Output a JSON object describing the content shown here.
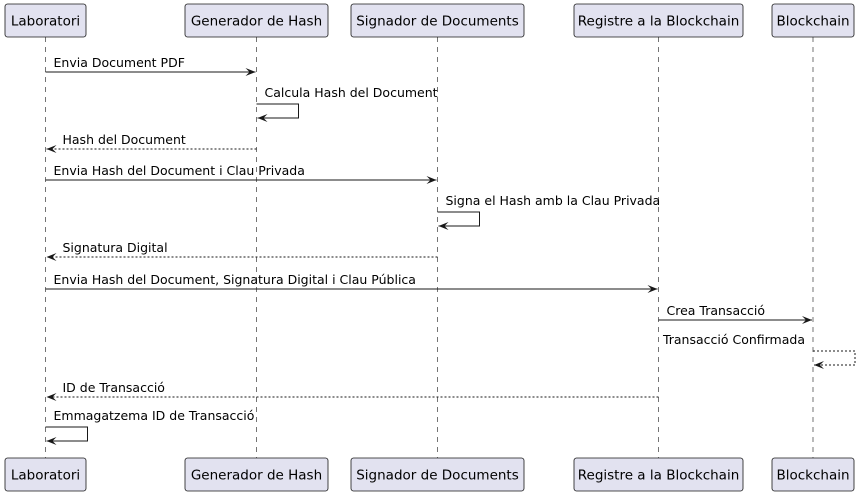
{
  "participants": [
    {
      "id": "lab",
      "label": "Laboratori"
    },
    {
      "id": "hash",
      "label": "Generador de Hash"
    },
    {
      "id": "sign",
      "label": "Signador de Documents"
    },
    {
      "id": "reg",
      "label": "Registre a la Blockchain"
    },
    {
      "id": "bc",
      "label": "Blockchain"
    }
  ],
  "messages": [
    {
      "from": "lab",
      "to": "hash",
      "label": "Envia Document PDF",
      "style": "solid"
    },
    {
      "from": "hash",
      "to": "hash",
      "label": "Calcula Hash del Document",
      "style": "solid"
    },
    {
      "from": "hash",
      "to": "lab",
      "label": "Hash del Document",
      "style": "dashed"
    },
    {
      "from": "lab",
      "to": "sign",
      "label": "Envia Hash del Document i Clau Privada",
      "style": "solid"
    },
    {
      "from": "sign",
      "to": "sign",
      "label": "Signa el Hash amb la Clau Privada",
      "style": "solid"
    },
    {
      "from": "sign",
      "to": "lab",
      "label": "Signatura Digital",
      "style": "dashed"
    },
    {
      "from": "lab",
      "to": "reg",
      "label": "Envia Hash del Document, Signatura Digital i Clau Pública",
      "style": "solid"
    },
    {
      "from": "reg",
      "to": "bc",
      "label": "Crea Transacció",
      "style": "solid"
    },
    {
      "from": "bc",
      "to": "bc",
      "label": "Transacció Confirmada",
      "style": "dashed"
    },
    {
      "from": "reg",
      "to": "lab",
      "label": "ID de Transacció",
      "style": "dashed"
    },
    {
      "from": "lab",
      "to": "lab",
      "label": "Emmagatzema ID de Transacció",
      "style": "solid"
    }
  ]
}
